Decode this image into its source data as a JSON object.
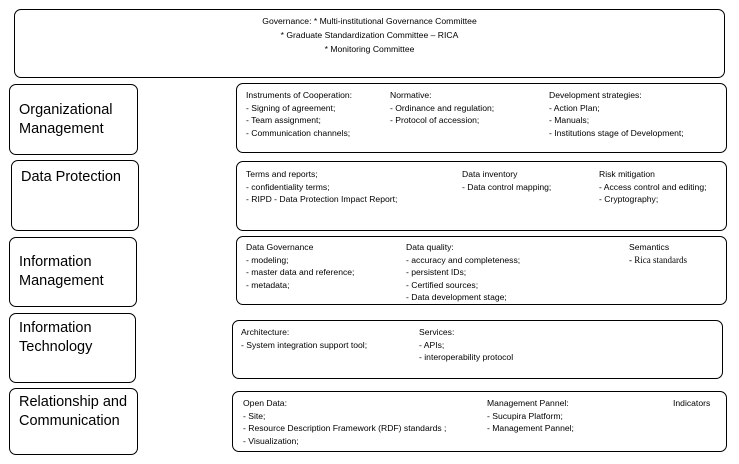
{
  "governance": {
    "line1": "Governance: * Multi-institutional Governance Committee",
    "line2": "* Graduate Standardization Committee – RICA",
    "line3": "* Monitoring Committee"
  },
  "rows": [
    {
      "label": "Organizational Management",
      "label_lines": [
        "Organizational",
        "Management"
      ],
      "columns": [
        {
          "title": "Instruments of Cooperation:",
          "items": [
            "- Signing of agreement;",
            "- Team assignment;",
            "- Communication channels;"
          ]
        },
        {
          "title": "Normative:",
          "items": [
            "- Ordinance and regulation;",
            "- Protocol of accession;"
          ]
        },
        {
          "title": "Development strategies:",
          "items": [
            "- Action Plan;",
            "- Manuals;",
            "- Institutions stage of Development;"
          ]
        }
      ]
    },
    {
      "label": "Data Protection",
      "label_lines": [
        "Data Protection"
      ],
      "columns": [
        {
          "title": "Terms and reports;",
          "items": [
            "- confidentiality terms;",
            "- RIPD - Data Protection Impact Report;"
          ]
        },
        {
          "title": "Data inventory",
          "items": [
            "- Data control mapping;"
          ]
        },
        {
          "title": "Risk mitigation",
          "items": [
            "- Access control and editing;",
            "- Cryptography;"
          ]
        }
      ]
    },
    {
      "label": "Information Management",
      "label_lines": [
        "Information",
        "Management"
      ],
      "columns": [
        {
          "title": "Data Governance",
          "items": [
            "- modeling;",
            "- master data and reference;",
            "- metadata;"
          ]
        },
        {
          "title": "Data quality:",
          "items": [
            "- accuracy and completeness;",
            "- persistent IDs;",
            "- Certified sources;",
            "- Data development stage;"
          ]
        },
        {
          "title": "Semantics",
          "items": [
            "- Rica standards"
          ]
        }
      ]
    },
    {
      "label": "Information Technology",
      "label_lines": [
        "Information",
        "Technology"
      ],
      "columns": [
        {
          "title": "Architecture:",
          "items": [
            "- System integration support tool;"
          ]
        },
        {
          "title": "Services:",
          "items": [
            "- APIs;",
            "- interoperability protocol"
          ]
        }
      ]
    },
    {
      "label": "Relationship and Communication",
      "label_lines": [
        "Relationship and",
        "Communication"
      ],
      "columns": [
        {
          "title": "Open Data:",
          "items": [
            "- Site;",
            "- Resource Description Framework (RDF) standards ;",
            "- Visualization;"
          ]
        },
        {
          "title": "Management Pannel:",
          "items": [
            "- Sucupira Platform;",
            "- Management Pannel;"
          ]
        },
        {
          "title": "Indicators",
          "items": []
        }
      ]
    }
  ]
}
